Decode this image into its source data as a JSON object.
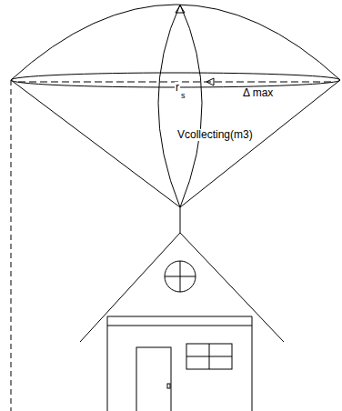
{
  "diagram": {
    "labels": [
      "r",
      "s",
      "Δ max",
      "Vcollecting(m3)"
    ]
  }
}
